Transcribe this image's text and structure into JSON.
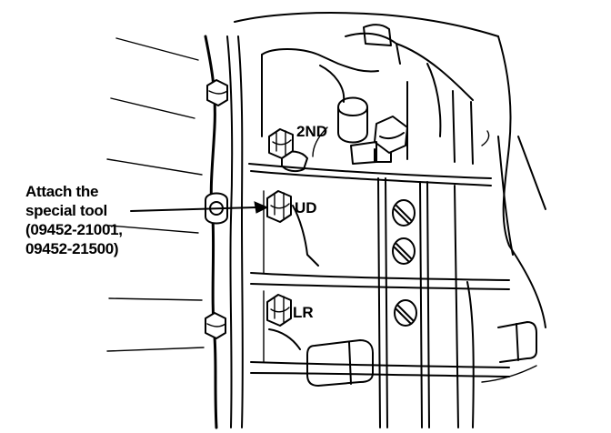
{
  "callout": {
    "lines": [
      "Attach the",
      "special tool",
      "(09452-21001,",
      "09452-21500)"
    ]
  },
  "labels": {
    "second": "2ND",
    "underdrive": "UD",
    "low_reverse": "LR"
  }
}
